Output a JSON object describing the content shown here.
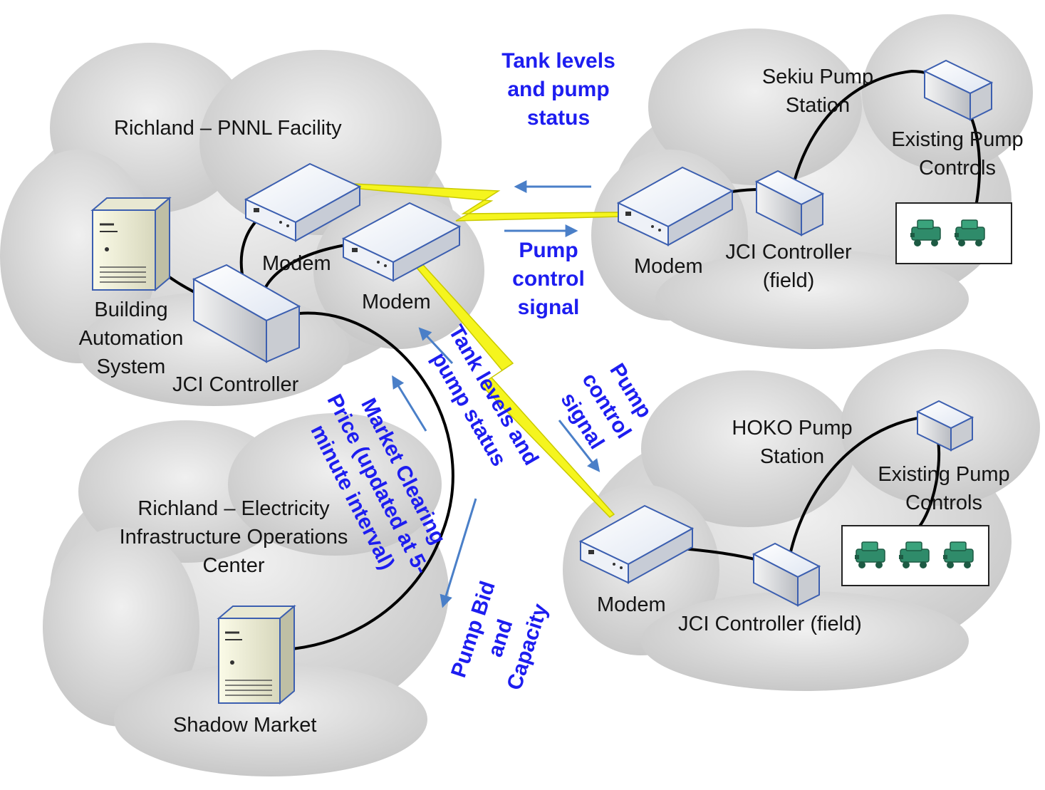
{
  "zones": {
    "pnnl": "Richland – PNNL Facility",
    "sekiu": "Sekiu Pump Station",
    "hoko": "HOKO Pump Station",
    "eioc": "Richland – Electricity Infrastructure Operations Center"
  },
  "devices": {
    "bas": "Building Automation System",
    "jci_controller": "JCI Controller",
    "modem_top": "Modem",
    "modem_mid": "Modem",
    "modem_sekiu": "Modem",
    "jci_sekiu": "JCI Controller (field)",
    "pump_controls_sekiu": "Existing Pump Controls",
    "modem_hoko": "Modem",
    "jci_hoko": "JCI Controller (field)",
    "pump_controls_hoko": "Existing Pump Controls",
    "shadow_market": "Shadow Market"
  },
  "flows": {
    "tank_levels_top": "Tank levels and pump status",
    "pump_control_top": "Pump control signal",
    "tank_levels_diag": "Tank levels and pump status",
    "pump_control_diag": "Pump control signal",
    "market_clearing": "Market Clearing Price (updated at 5-minute interval)",
    "pump_bid": "Pump Bid and Capacity"
  },
  "colors": {
    "flow_text": "#1d1df0",
    "arrow": "#4a7fc8",
    "lightning": "#f5f51e",
    "cloud": "#d8d8d8",
    "cable": "#000000"
  }
}
